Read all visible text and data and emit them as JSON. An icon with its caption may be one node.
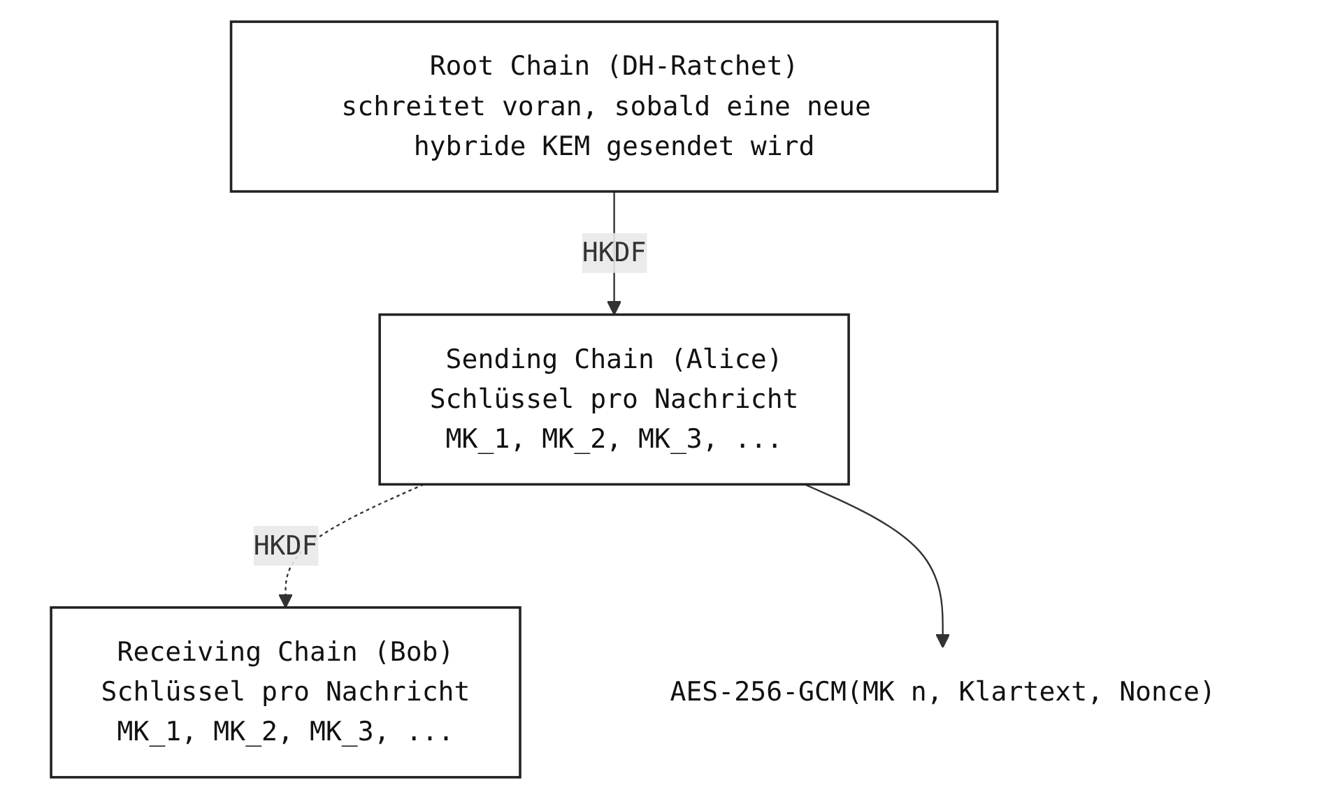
{
  "diagram": {
    "nodes": [
      {
        "text": [
          "Root Chain (DH-Ratchet)",
          "schreitet voran, sobald eine neue hybride KEM gesendet wird"
        ]
      },
      {
        "text": [
          "Sending Chain (Alice)",
          "Schlüssel pro Nachricht",
          "MK_1, MK_2, MK_3, ..."
        ]
      },
      {
        "text": [
          "Receiving Chain (Bob)",
          "Schlüssel pro Nachricht",
          "MK_1, MK_2, MK_3, ..."
        ]
      },
      {
        "text": [
          "AES-256-GCM(MK n, Klartext, Nonce)"
        ]
      }
    ],
    "edges": [
      {
        "from": 0,
        "to": 1,
        "arrow": "to",
        "label": "HKDF"
      },
      {
        "from": 1,
        "to": 2,
        "arrow": "to",
        "label": "HKDF",
        "style": "dashed"
      },
      {
        "from": 1,
        "to": 3,
        "arrow": "to"
      }
    ]
  }
}
